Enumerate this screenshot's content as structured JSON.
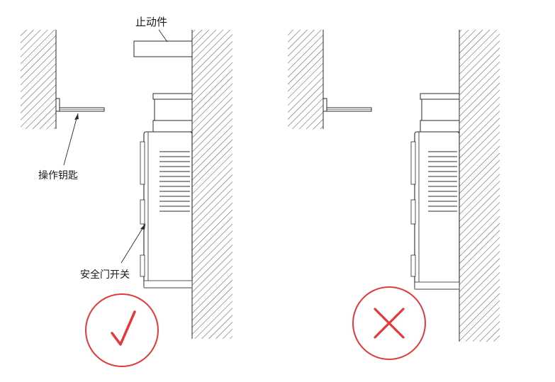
{
  "labels": {
    "stopper": "止动件",
    "key": "操作钥匙",
    "switch": "安全门开关"
  },
  "marks": {
    "correct_icon": "checkmark-icon",
    "incorrect_icon": "cross-icon"
  },
  "colors": {
    "line": "#2b2b2b",
    "hatch": "#5a5a5a",
    "mark": "#e5383b",
    "switch_body": "#ffffff"
  }
}
